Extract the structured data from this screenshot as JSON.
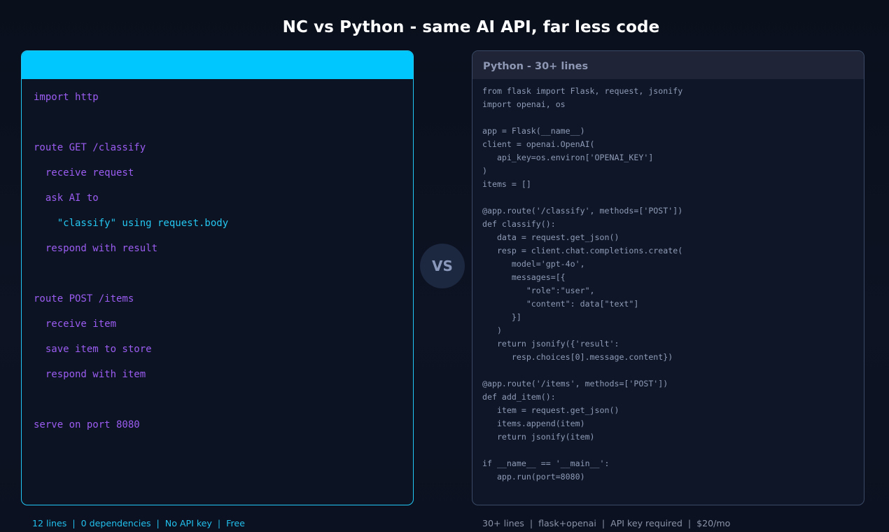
{
  "title": "NC vs Python - same AI API, far less code",
  "left_panel": {
    "header": "",
    "lines": [
      "import http",
      "",
      "route GET /classify",
      "  receive request",
      "  ask AI to",
      "    \"classify\" using request.body",
      "  respond with result",
      "",
      "route POST /items",
      "  receive item",
      "  save item to store",
      "  respond with item",
      "",
      "serve on port 8080"
    ],
    "footer": "12 lines  |  0 dependencies  |  No API key  |  Free"
  },
  "vs_label": "VS",
  "right_panel": {
    "header": "Python  -  30+ lines",
    "lines": [
      "from flask import Flask, request, jsonify",
      "import openai, os",
      "",
      "app = Flask(__name__)",
      "client = openai.OpenAI(",
      "   api_key=os.environ['OPENAI_KEY']",
      ")",
      "items = []",
      "",
      "@app.route('/classify', methods=['POST'])",
      "def classify():",
      "   data = request.get_json()",
      "   resp = client.chat.completions.create(",
      "      model='gpt-4o',",
      "      messages=[{",
      "         \"role\":\"user\",",
      "         \"content\": data[\"text\"]",
      "      }]",
      "   )",
      "   return jsonify({'result':",
      "      resp.choices[0].message.content})",
      "",
      "@app.route('/items', methods=['POST'])",
      "def add_item():",
      "   item = request.get_json()",
      "   items.append(item)",
      "   return jsonify(item)",
      "",
      "if __name__ == '__main__':",
      "   app.run(port=8080)"
    ],
    "footer": "30+ lines  |  flask+openai  |  API key required  |  $20/mo"
  },
  "colors": {
    "accent": "#00c8ff",
    "nc_keyword": "#9b5cf0",
    "nc_string": "#25c6ef",
    "python_text": "#8f9bb6"
  }
}
